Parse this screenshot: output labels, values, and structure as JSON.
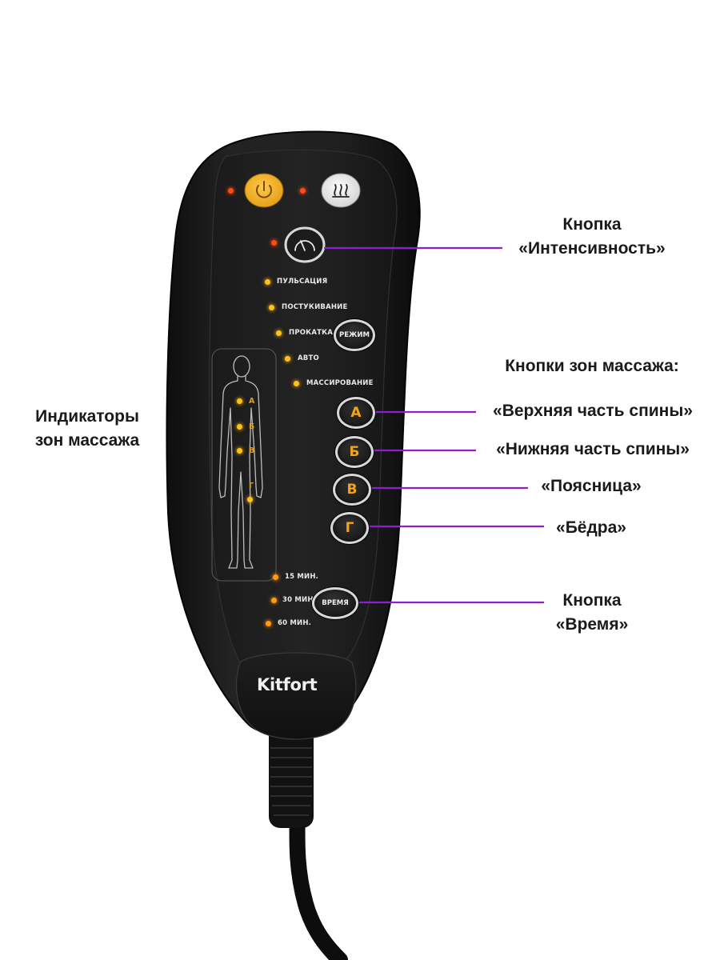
{
  "callouts": {
    "intensity_button": [
      "Кнопка",
      "«Интенсивность»"
    ],
    "zone_buttons_heading": "Кнопки зон массажа:",
    "zone_indicators": [
      "Индикаторы",
      "зон массажа"
    ],
    "zone_a": "«Верхняя часть спины»",
    "zone_b": "«Нижняя часть спины»",
    "zone_v": "«Поясница»",
    "zone_g": "«Бёдра»",
    "time_button": [
      "Кнопка",
      "«Время»"
    ]
  },
  "remote": {
    "brand": "Kitfort",
    "modes": [
      "ПУЛЬСАЦИЯ",
      "ПОСТУКИВАНИЕ",
      "ПРОКАТКА",
      "АВТО",
      "МАССИРОВАНИЕ"
    ],
    "mode_button": "РЕЖИМ",
    "zone_indicator_labels": [
      "А",
      "Б",
      "В",
      "Г"
    ],
    "zone_buttons": [
      "А",
      "Б",
      "В",
      "Г"
    ],
    "timers": [
      "15 МИН.",
      "30 МИН.",
      "60 МИН."
    ],
    "time_button": "ВРЕМЯ"
  },
  "colors": {
    "callout_line": "#8e1fd0",
    "remote_body": "#1c1c1c",
    "led_yellow": "#ffc21a",
    "led_red": "#ff4a12",
    "power_button": "#f5b21c",
    "heat_button": "#e8e8e8",
    "zone_letter": "#f2a316"
  },
  "icons": [
    "power-icon",
    "heat-icon",
    "intensity-gauge-icon",
    "body-outline-icon"
  ]
}
